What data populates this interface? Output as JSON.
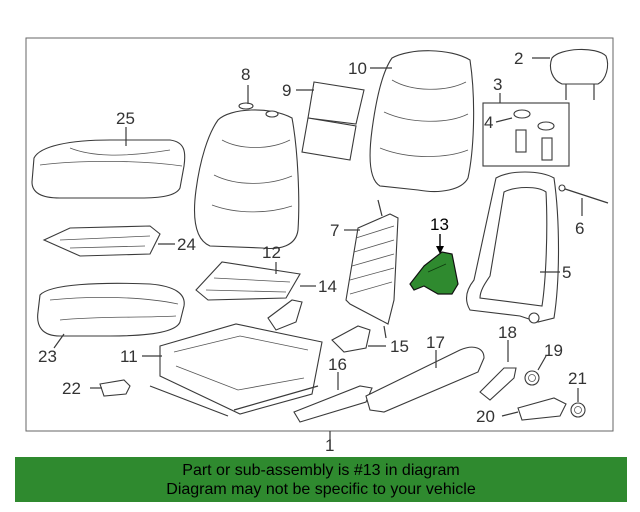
{
  "callouts": {
    "c1": "1",
    "c2": "2",
    "c3": "3",
    "c4": "4",
    "c5": "5",
    "c6": "6",
    "c7": "7",
    "c8": "8",
    "c9": "9",
    "c10": "10",
    "c11": "11",
    "c12": "12",
    "c13": "13",
    "c14": "14",
    "c15": "15",
    "c16": "16",
    "c17": "17",
    "c18": "18",
    "c19": "19",
    "c20": "20",
    "c21": "21",
    "c22": "22",
    "c23": "23",
    "c24": "24",
    "c25": "25"
  },
  "banner": {
    "line1": "Part or sub-assembly is #13 in diagram",
    "line2": "Diagram may not be specific to your vehicle"
  },
  "colors": {
    "highlight": "#2f8a2f",
    "banner_bg": "#2f8a2f"
  }
}
